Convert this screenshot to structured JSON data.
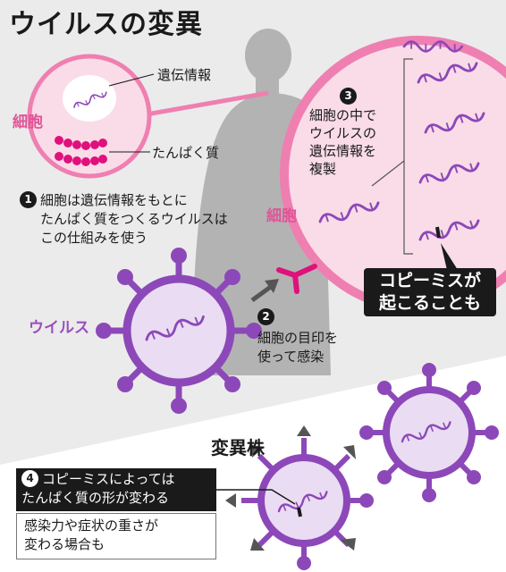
{
  "title": "ウイルスの変異",
  "labels": {
    "genetic_info": "遺伝情報",
    "protein": "たんぱく質",
    "cell_small": "細胞",
    "cell_big": "細胞",
    "virus": "ウイルス",
    "variant": "変異株"
  },
  "steps": {
    "s1": {
      "num": "1",
      "lines": [
        "細胞は遺伝情報をもとに",
        "たんぱく質をつくるウイルスは",
        "この仕組みを使う"
      ]
    },
    "s2": {
      "num": "2",
      "lines": [
        "細胞の目印を",
        "使って感染"
      ]
    },
    "s3": {
      "num": "3",
      "lines": [
        "細胞の中で",
        "ウイルスの",
        "遺伝情報を",
        "複製"
      ]
    },
    "s4": {
      "num": "4",
      "lines": [
        "コピーミスによっては",
        "たんぱく質の形が変わる"
      ]
    }
  },
  "callout": {
    "lines": [
      "コピーミスが",
      "起こることも"
    ]
  },
  "effect": {
    "lines": [
      "感染力や症状の重さが",
      "変わる場合も"
    ]
  },
  "colors": {
    "pink": "#e05497",
    "pink_light": "#f9dce8",
    "purple": "#8c48b8",
    "purple_light": "#eadcf3",
    "gray_bg": "#ebebeb",
    "silhouette": "#b3b3b3",
    "receptor": "#e0107c",
    "black": "#1a1a1a"
  }
}
